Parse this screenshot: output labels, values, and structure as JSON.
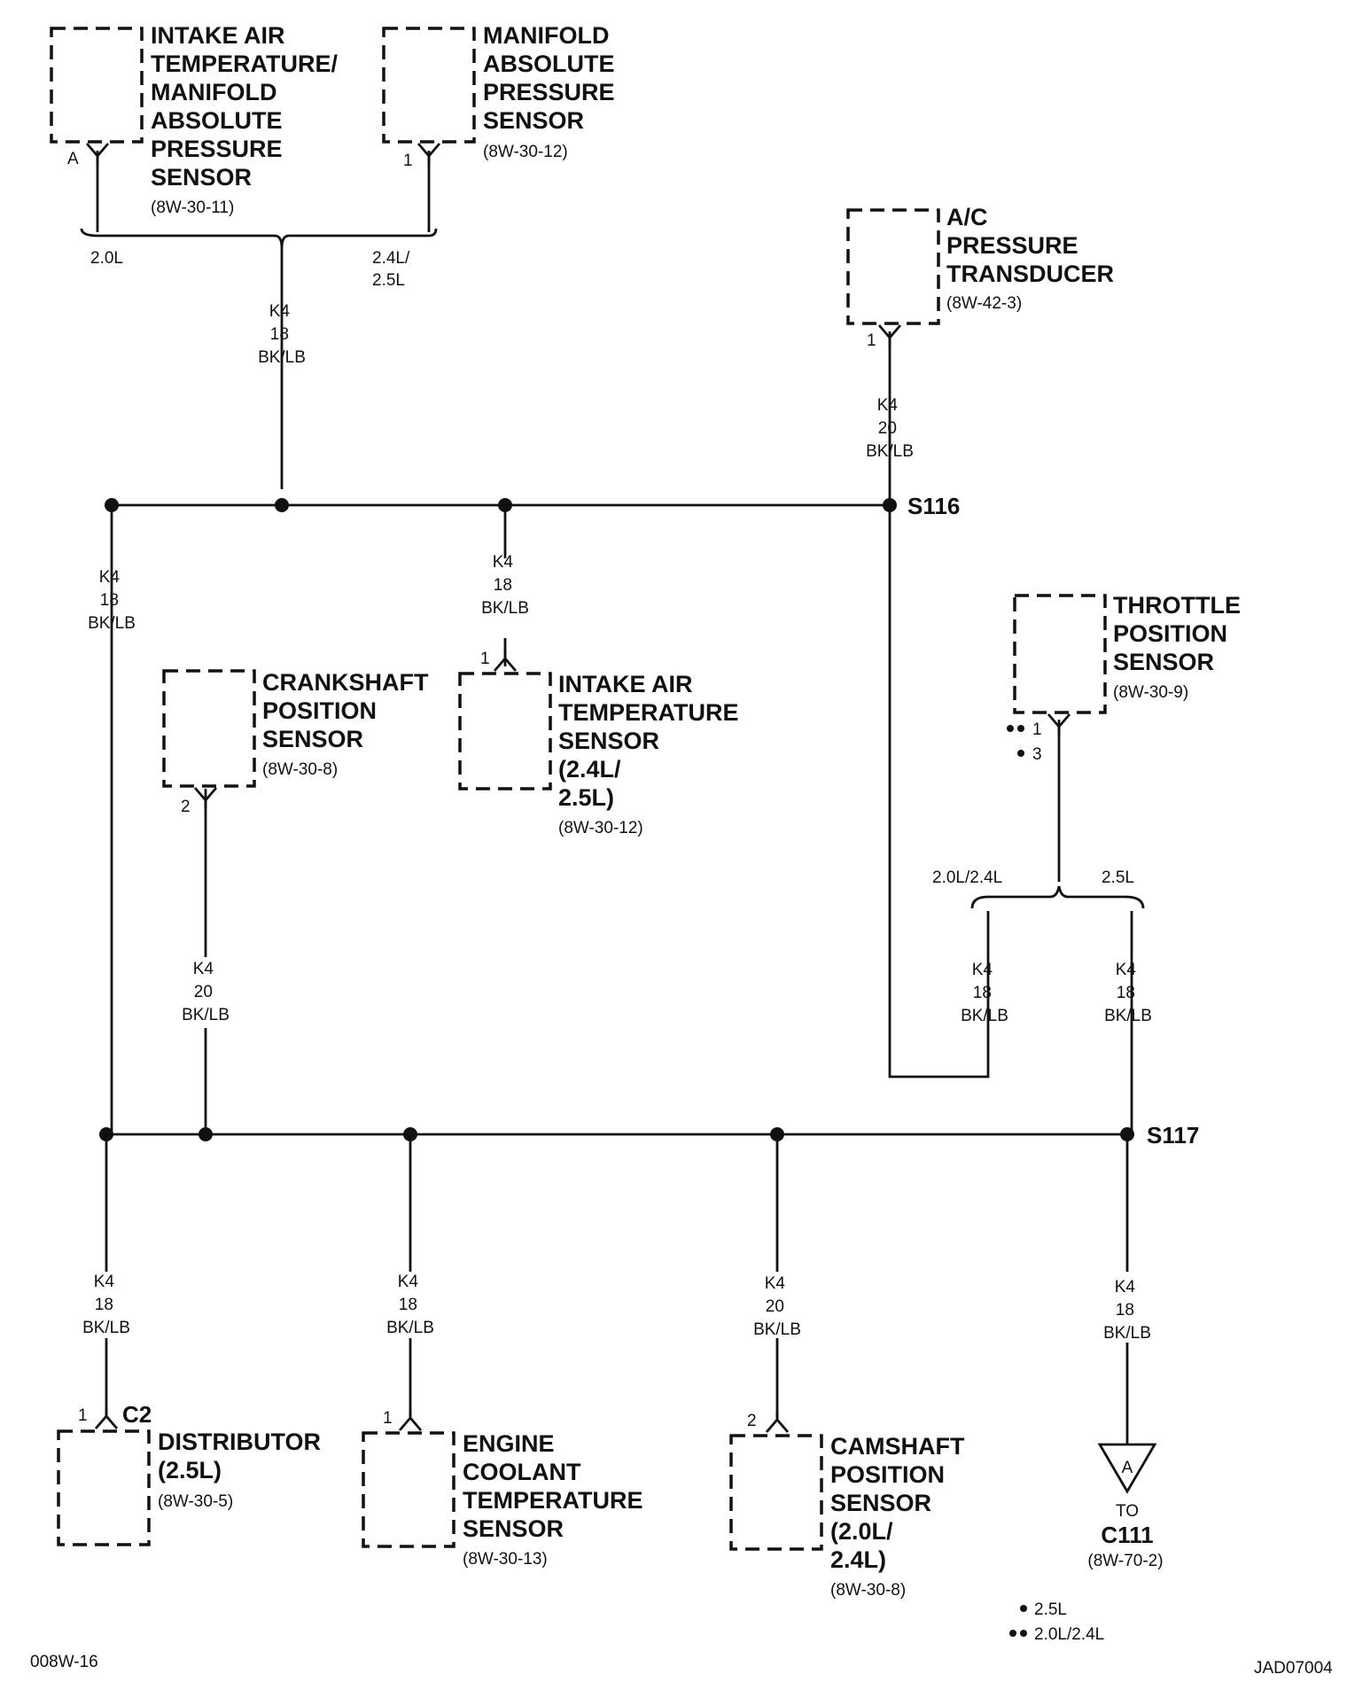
{
  "components": {
    "iat_map": {
      "title": [
        "INTAKE AIR",
        "TEMPERATURE/",
        "MANIFOLD",
        "ABSOLUTE",
        "PRESSURE",
        "SENSOR"
      ],
      "ref": "(8W-30-11)",
      "pin": "A"
    },
    "map": {
      "title": [
        "MANIFOLD",
        "ABSOLUTE",
        "PRESSURE",
        "SENSOR"
      ],
      "ref": "(8W-30-12)",
      "pin": "1"
    },
    "ac": {
      "title": [
        "A/C",
        "PRESSURE",
        "TRANSDUCER"
      ],
      "ref": "(8W-42-3)",
      "pin": "1"
    },
    "tps": {
      "title": [
        "THROTTLE",
        "POSITION",
        "SENSOR"
      ],
      "ref": "(8W-30-9)",
      "pin1": "1",
      "pin2": "3"
    },
    "ckp": {
      "title": [
        "CRANKSHAFT",
        "POSITION",
        "SENSOR"
      ],
      "ref": "(8W-30-8)",
      "pin": "2"
    },
    "iat": {
      "title": [
        "INTAKE AIR",
        "TEMPERATURE",
        "SENSOR",
        "(2.4L/",
        "2.5L)"
      ],
      "ref": "(8W-30-12)",
      "pin": "1"
    },
    "dist": {
      "title": [
        "DISTRIBUTOR",
        "(2.5L)"
      ],
      "ref": "(8W-30-5)",
      "pin": "1",
      "conn": "C2"
    },
    "ect": {
      "title": [
        "ENGINE",
        "COOLANT",
        "TEMPERATURE",
        "SENSOR"
      ],
      "ref": "(8W-30-13)",
      "pin": "1"
    },
    "cmp": {
      "title": [
        "CAMSHAFT",
        "POSITION",
        "SENSOR",
        "(2.0L/",
        "2.4L)"
      ],
      "ref": "(8W-30-8)",
      "pin": "2"
    }
  },
  "wire_labels": {
    "w18": [
      "K4",
      "18",
      "BK/LB"
    ],
    "w20": [
      "K4",
      "20",
      "BK/LB"
    ]
  },
  "branches": {
    "left": "2.0L",
    "right": [
      "2.4L/",
      "2.5L"
    ],
    "tps_left": "2.0L/2.4L",
    "tps_right": "2.5L"
  },
  "splices": {
    "s116": "S116",
    "s117": "S117"
  },
  "connector": {
    "letter": "A",
    "to": "TO",
    "name": "C111",
    "ref": "(8W-70-2)"
  },
  "legend": {
    "single": "2.5L",
    "double": "2.0L/2.4L"
  },
  "footer": {
    "left": "008W-16",
    "right": "JAD07004"
  }
}
